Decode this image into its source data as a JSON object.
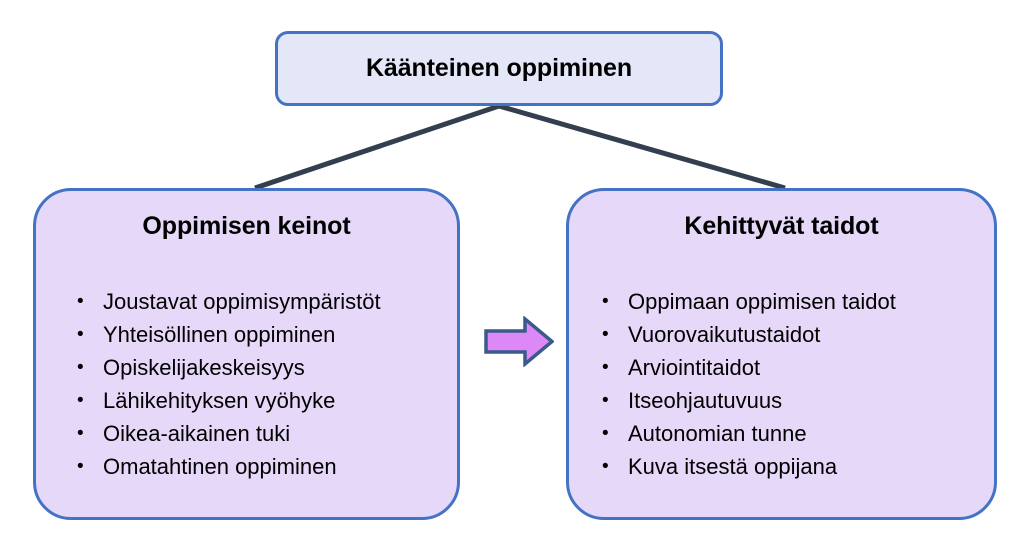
{
  "diagram": {
    "type": "hierarchy-with-flow",
    "colors": {
      "node_border": "#4472C4",
      "root_fill": "#E4E7F8",
      "branch_fill": "#E6D8F8",
      "connector_line": "#333F4F",
      "arrow_fill": "#DD88F7",
      "arrow_border": "#3B5A8C",
      "text": "#000000",
      "background": "#FFFFFF"
    },
    "root": {
      "title": "Käänteinen oppiminen"
    },
    "branches": [
      {
        "id": "oppimisen-keinot",
        "title": "Oppimisen keinot",
        "bullet_char": "•",
        "items": [
          "Joustavat oppimisympäristöt",
          "Yhteisöllinen oppiminen",
          "Opiskelijakeskeisyys",
          "Lähikehityksen vyöhyke",
          "Oikea-aikainen tuki",
          "Omatahtinen oppiminen"
        ]
      },
      {
        "id": "kehittyvat-taidot",
        "title": "Kehittyvät taidot",
        "bullet_char": "•",
        "items": [
          "Oppimaan oppimisen taidot",
          "Vuorovaikutustaidot",
          "Arviointitaidot",
          "Itseohjautuvuus",
          "Autonomian tunne",
          "Kuva itsestä oppijana"
        ]
      }
    ],
    "flow_arrow": {
      "icon": "right-arrow-icon",
      "direction": "left-to-right",
      "from": "oppimisen-keinot",
      "to": "kehittyvat-taidot"
    },
    "connectors": [
      {
        "icon": "connector-line-icon",
        "from": "root",
        "to": "oppimisen-keinot"
      },
      {
        "icon": "connector-line-icon",
        "from": "root",
        "to": "kehittyvat-taidot"
      }
    ]
  }
}
